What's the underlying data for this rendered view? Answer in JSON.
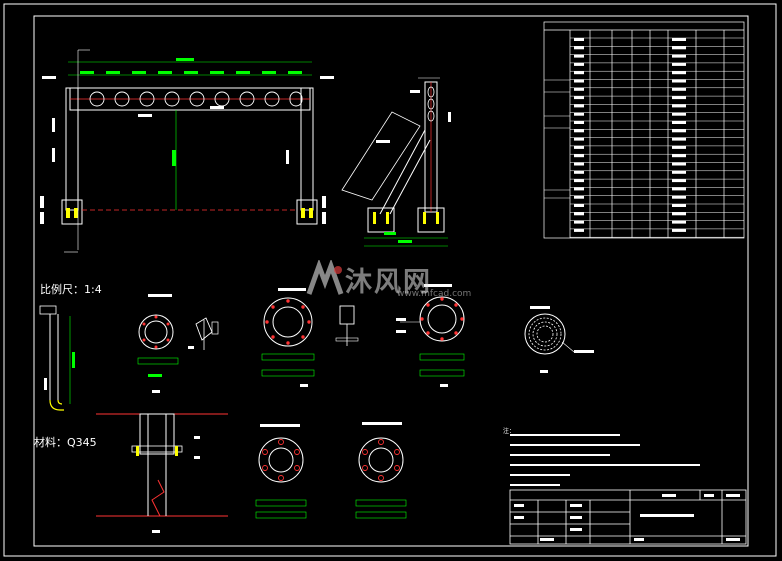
{
  "drawing": {
    "scale_label": "比例尺：1:4",
    "material_label": "材料：Q345",
    "notes_heading": "注：",
    "watermark_text": "沐风网",
    "watermark_url": "www.mfcad.com"
  },
  "colors": {
    "background": "#000000",
    "frame": "#ffffff",
    "steel": "#ffffff",
    "dimension": "#00ff00",
    "centerline": "#ff2a2a",
    "label": "#ffffff"
  }
}
